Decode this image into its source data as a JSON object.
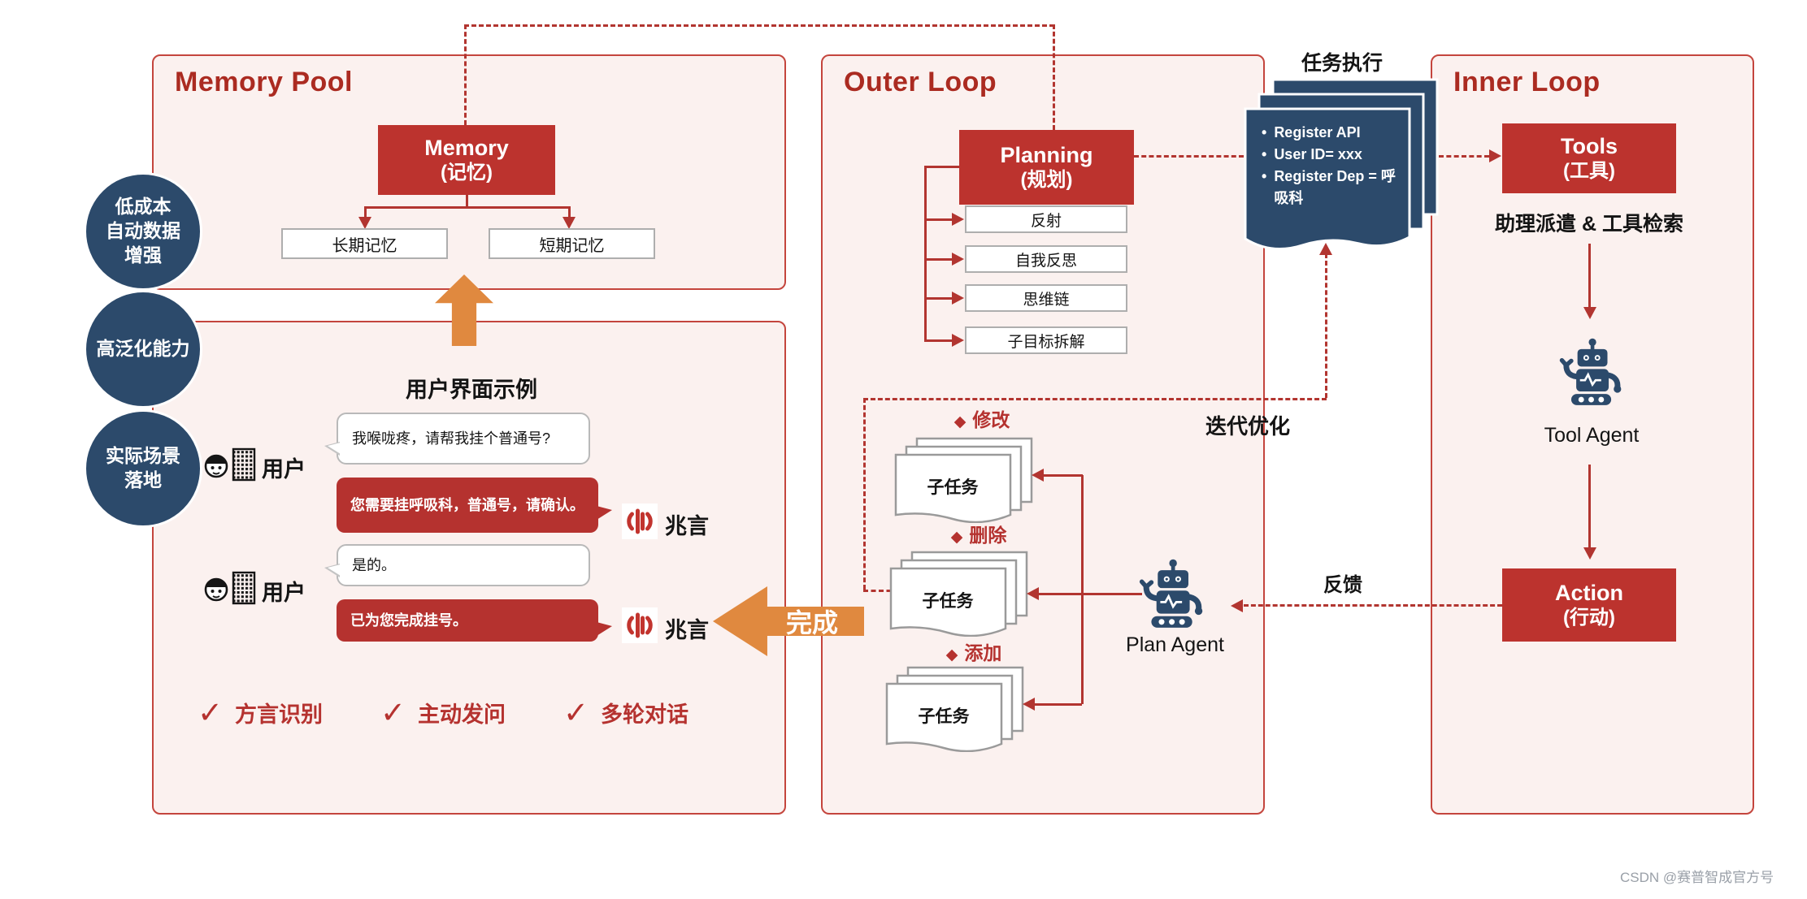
{
  "colors": {
    "accent_red": "#bc332e",
    "line_red": "#b23530",
    "panel_border": "#c4453d",
    "panel_bg": "#fbf1ef",
    "navy": "#2c4a6b",
    "orange": "#e0893f",
    "title_red": "#ab2b21"
  },
  "memory_pool": {
    "title": "Memory Pool",
    "memory": {
      "en": "Memory",
      "zh": "(记忆)"
    },
    "children": [
      "长期记忆",
      "短期记忆"
    ]
  },
  "badges": [
    "低成本\n自动数据\n增强",
    "高泛化能力",
    "实际场景\n落地"
  ],
  "example": {
    "title": "用户界面示例",
    "user_label": "用户",
    "bot_label": "兆言",
    "checkmark": "✓",
    "messages": [
      {
        "role": "user",
        "text": "我喉咙疼，请帮我挂个普通号?"
      },
      {
        "role": "bot",
        "text": "您需要挂呼吸科，普通号，请确认。"
      },
      {
        "role": "user",
        "text": "是的。"
      },
      {
        "role": "bot",
        "text": "已为您完成挂号。"
      }
    ],
    "done": "完成",
    "features": [
      "方言识别",
      "主动发问",
      "多轮对话"
    ]
  },
  "outer": {
    "title": "Outer Loop",
    "planning": {
      "en": "Planning",
      "zh": "(规划)"
    },
    "strategies": [
      "反射",
      "自我反思",
      "思维链",
      "子目标拆解"
    ],
    "diamond": "◆",
    "groups": [
      "修改",
      "删除",
      "添加"
    ],
    "subtask": "子任务",
    "plan_agent": "Plan Agent",
    "iterate": "迭代优化"
  },
  "task_exec": {
    "label": "任务执行",
    "items": [
      "Register API",
      "User ID= xxx",
      "Register Dep = 呼吸科"
    ]
  },
  "inner": {
    "title": "Inner Loop",
    "tools": {
      "en": "Tools",
      "zh": "(工具)"
    },
    "dispatch": "助理派遣 & 工具检索",
    "tool_agent": "Tool Agent",
    "action": {
      "en": "Action",
      "zh": "(行动)"
    },
    "feedback": "反馈"
  },
  "watermark": "CSDN @赛普智成官方号"
}
